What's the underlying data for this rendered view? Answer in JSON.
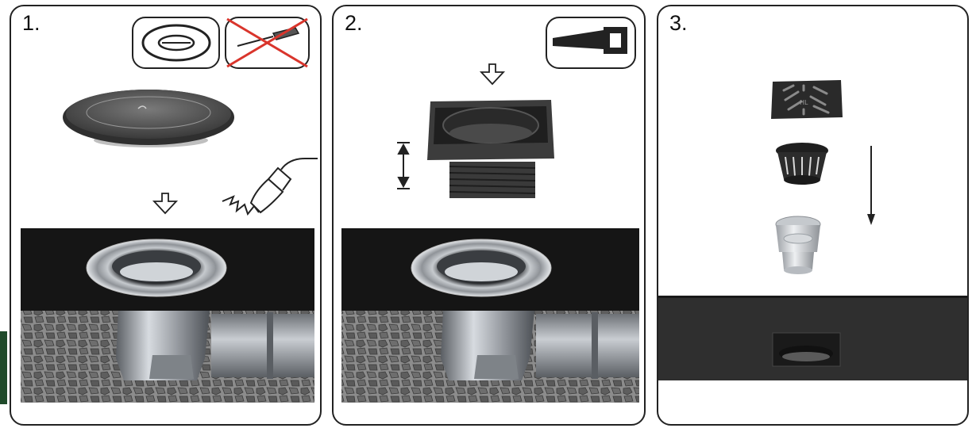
{
  "steps": [
    {
      "number": "1."
    },
    {
      "number": "2."
    },
    {
      "number": "3."
    }
  ],
  "grate_text": "HL",
  "colors": {
    "panel_border": "#222222",
    "floor_dark": "#141414",
    "screed": "#8a8a8a",
    "metal": "#b8bcc2",
    "plastic_dark": "#2b2b2b",
    "cross": "#d9352c"
  },
  "icons": [
    "grate-ring-icon",
    "no-screwdriver-icon",
    "saw-icon",
    "heat-gun-icon",
    "arrow-down-icon"
  ]
}
